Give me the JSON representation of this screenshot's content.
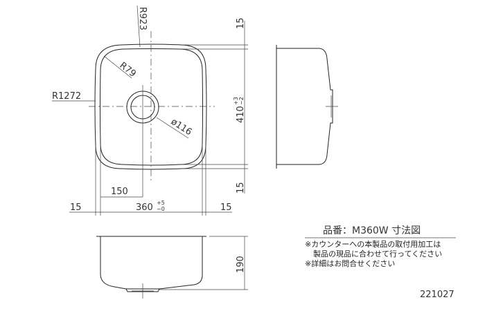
{
  "dimensions": {
    "r_top": "R923",
    "r_corner": "R79",
    "r_side": "R1272",
    "drain_dia": "ø116",
    "depth_total": "410",
    "depth_tol_plus": "+3",
    "depth_tol_minus": "−2",
    "width_total": "360",
    "width_tol_plus": "+5",
    "width_tol_minus": "−0",
    "drain_offset": "150",
    "flange_left": "15",
    "flange_right": "15",
    "flange_top": "15",
    "flange_bottom": "15",
    "height": "190"
  },
  "title_block": {
    "title": "品番：M360W 寸法図",
    "note_line1": "※カウンターへの本製品の取付用加工は",
    "note_line2": "製品の現品に合わせて行ってください",
    "note_line3": "※詳細はお問合せください",
    "drawing_number": "221027"
  }
}
